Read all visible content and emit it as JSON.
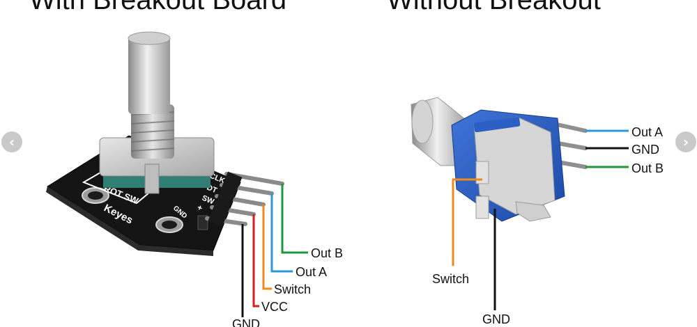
{
  "headings": {
    "left": "With Breakout Board",
    "right": "Without Breakout"
  },
  "board_labels": {
    "clk": "CLK",
    "dt": "DT",
    "sw_pin": "SW",
    "plus": "+",
    "gnd": "GND",
    "rot_sw": "ROT  SW",
    "keyes": "Keyes"
  },
  "left_wires": [
    {
      "label": "Out B",
      "color": "#1a9a3a"
    },
    {
      "label": "Out A",
      "color": "#2f95d8"
    },
    {
      "label": "Switch",
      "color": "#f08a1c"
    },
    {
      "label": "VCC",
      "color": "#d41f1f"
    },
    {
      "label": "GND",
      "color": "#111111"
    }
  ],
  "right_wires": [
    {
      "label": "Out A",
      "color": "#2f95d8"
    },
    {
      "label": "GND",
      "color": "#111111"
    },
    {
      "label": "Out B",
      "color": "#1a9a3a"
    },
    {
      "label": "Switch",
      "color": "#f08a1c"
    },
    {
      "label": "GND",
      "color": "#111111"
    }
  ],
  "nav": {
    "prev_icon": "chevron-left-icon",
    "next_icon": "chevron-right-icon",
    "prev_glyph": "‹",
    "next_glyph": "›"
  }
}
